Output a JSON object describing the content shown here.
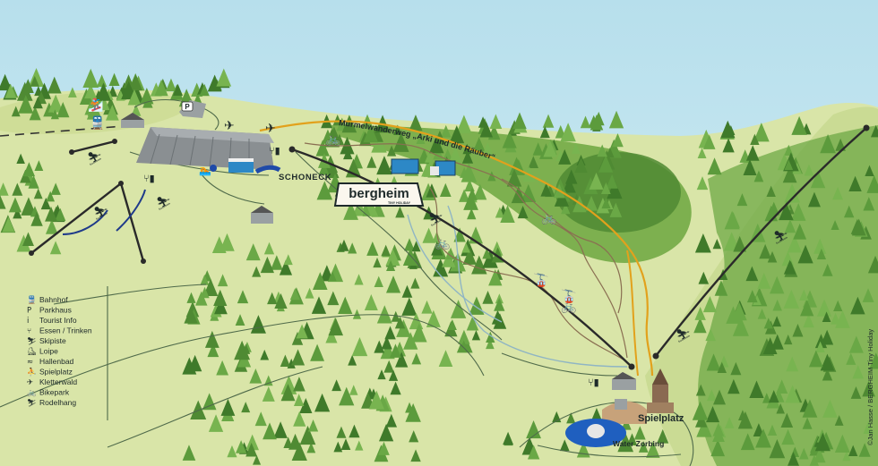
{
  "map": {
    "brand": {
      "name": "bergheim",
      "tagline": "TINY HOLIDAY"
    },
    "labels": {
      "place": "SCHONECK",
      "trail": "Murmelwanderweg „Arki und die Räuber“",
      "playground": "Spielplatz",
      "zorbing": "Water Zorbing",
      "credit": "©Jan Hasse / BERGHEIM Tiny Holiday"
    },
    "legend": [
      {
        "icon": "train-icon",
        "glyph": "🚆",
        "label": "Bahnhof"
      },
      {
        "icon": "parking-icon",
        "glyph": "P",
        "label": "Parkhaus"
      },
      {
        "icon": "info-icon",
        "glyph": "i",
        "label": "Tourist Info"
      },
      {
        "icon": "food-drink-icon",
        "glyph": "⑂",
        "label": "Essen / Trinken"
      },
      {
        "icon": "ski-icon",
        "glyph": "⛷",
        "label": "Skipiste"
      },
      {
        "icon": "cross-country-icon",
        "glyph": "⛸",
        "label": "Loipe"
      },
      {
        "icon": "pool-icon",
        "glyph": "≈",
        "label": "Hallenbad"
      },
      {
        "icon": "playground-icon",
        "glyph": "⛹",
        "label": "Spielplatz"
      },
      {
        "icon": "climbing-icon",
        "glyph": "✈",
        "label": "Kletterwald"
      },
      {
        "icon": "bike-icon",
        "glyph": "🚲",
        "label": "Bikepark"
      },
      {
        "icon": "sled-icon",
        "glyph": "⛷",
        "label": "Rodelhang"
      }
    ],
    "colors": {
      "sky": "#bfe3ee",
      "meadow": "#d8e4a6",
      "forest": "#5c9b3c",
      "trail": "#e2a11c",
      "lift": "#2a2a2a"
    }
  }
}
